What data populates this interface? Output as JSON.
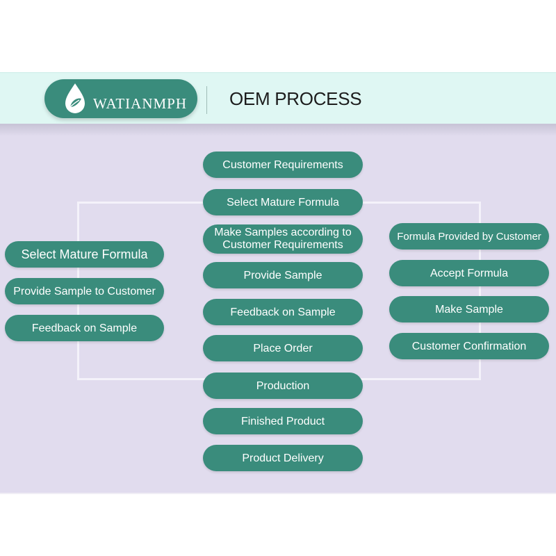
{
  "header": {
    "brand": "WATIANMPH",
    "title": "OEM PROCESS"
  },
  "center_steps": [
    "Customer Requirements",
    "Select Mature Formula",
    "Make Samples according to Customer Requirements",
    "Provide Sample",
    "Feedback on Sample",
    "Place Order",
    "Production",
    "Finished Product",
    "Product Delivery"
  ],
  "left_steps": [
    "Select Mature Formula",
    "Provide Sample to Customer",
    "Feedback on Sample"
  ],
  "right_steps": [
    "Formula Provided by Customer",
    "Accept Formula",
    "Make Sample",
    "Customer Confirmation"
  ],
  "colors": {
    "pill": "#3a8c7c",
    "header_bg": "#dff7f3",
    "panel_bg": "#e1dcee"
  }
}
